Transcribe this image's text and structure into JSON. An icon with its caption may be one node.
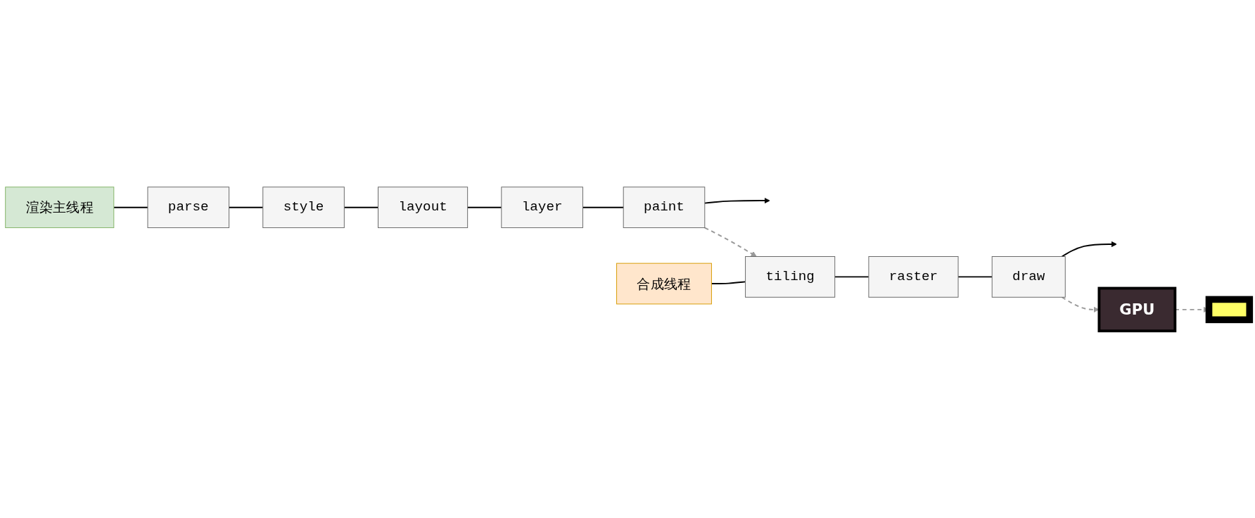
{
  "diagram": {
    "nodes": [
      {
        "text": [
          "渲染主线程"
        ]
      },
      {
        "text": [
          "parse"
        ]
      },
      {
        "text": [
          "style"
        ]
      },
      {
        "text": [
          "layout"
        ]
      },
      {
        "text": [
          "layer"
        ]
      },
      {
        "text": [
          "paint"
        ]
      },
      {
        "text": [
          "合成线程"
        ]
      },
      {
        "text": [
          "tiling"
        ]
      },
      {
        "text": [
          "raster"
        ]
      },
      {
        "text": [
          "draw"
        ]
      },
      {
        "text": [
          "GPU"
        ]
      },
      {
        "text": [],
        "shape": "box"
      }
    ],
    "edges": [
      {
        "from": 0,
        "to": 1,
        "arrow": "none"
      },
      {
        "from": 1,
        "to": 2,
        "arrow": "none"
      },
      {
        "from": 2,
        "to": 3,
        "arrow": "none"
      },
      {
        "from": 3,
        "to": 4,
        "arrow": "none"
      },
      {
        "from": 4,
        "to": 5,
        "arrow": "none"
      },
      {
        "from": 5,
        "to": null,
        "arrow": "to"
      },
      {
        "from": 5,
        "to": 7,
        "arrow": "to",
        "style": "dashed",
        "color": "#999999"
      },
      {
        "from": 6,
        "to": 7,
        "arrow": "none"
      },
      {
        "from": 7,
        "to": 8,
        "arrow": "none"
      },
      {
        "from": 8,
        "to": 9,
        "arrow": "none"
      },
      {
        "from": 9,
        "to": null,
        "arrow": "to"
      },
      {
        "from": 9,
        "to": 10,
        "arrow": "to",
        "style": "dashed",
        "color": "#999999"
      },
      {
        "from": 10,
        "to": 11,
        "arrow": "to",
        "style": "dashed",
        "color": "#999999"
      }
    ]
  }
}
